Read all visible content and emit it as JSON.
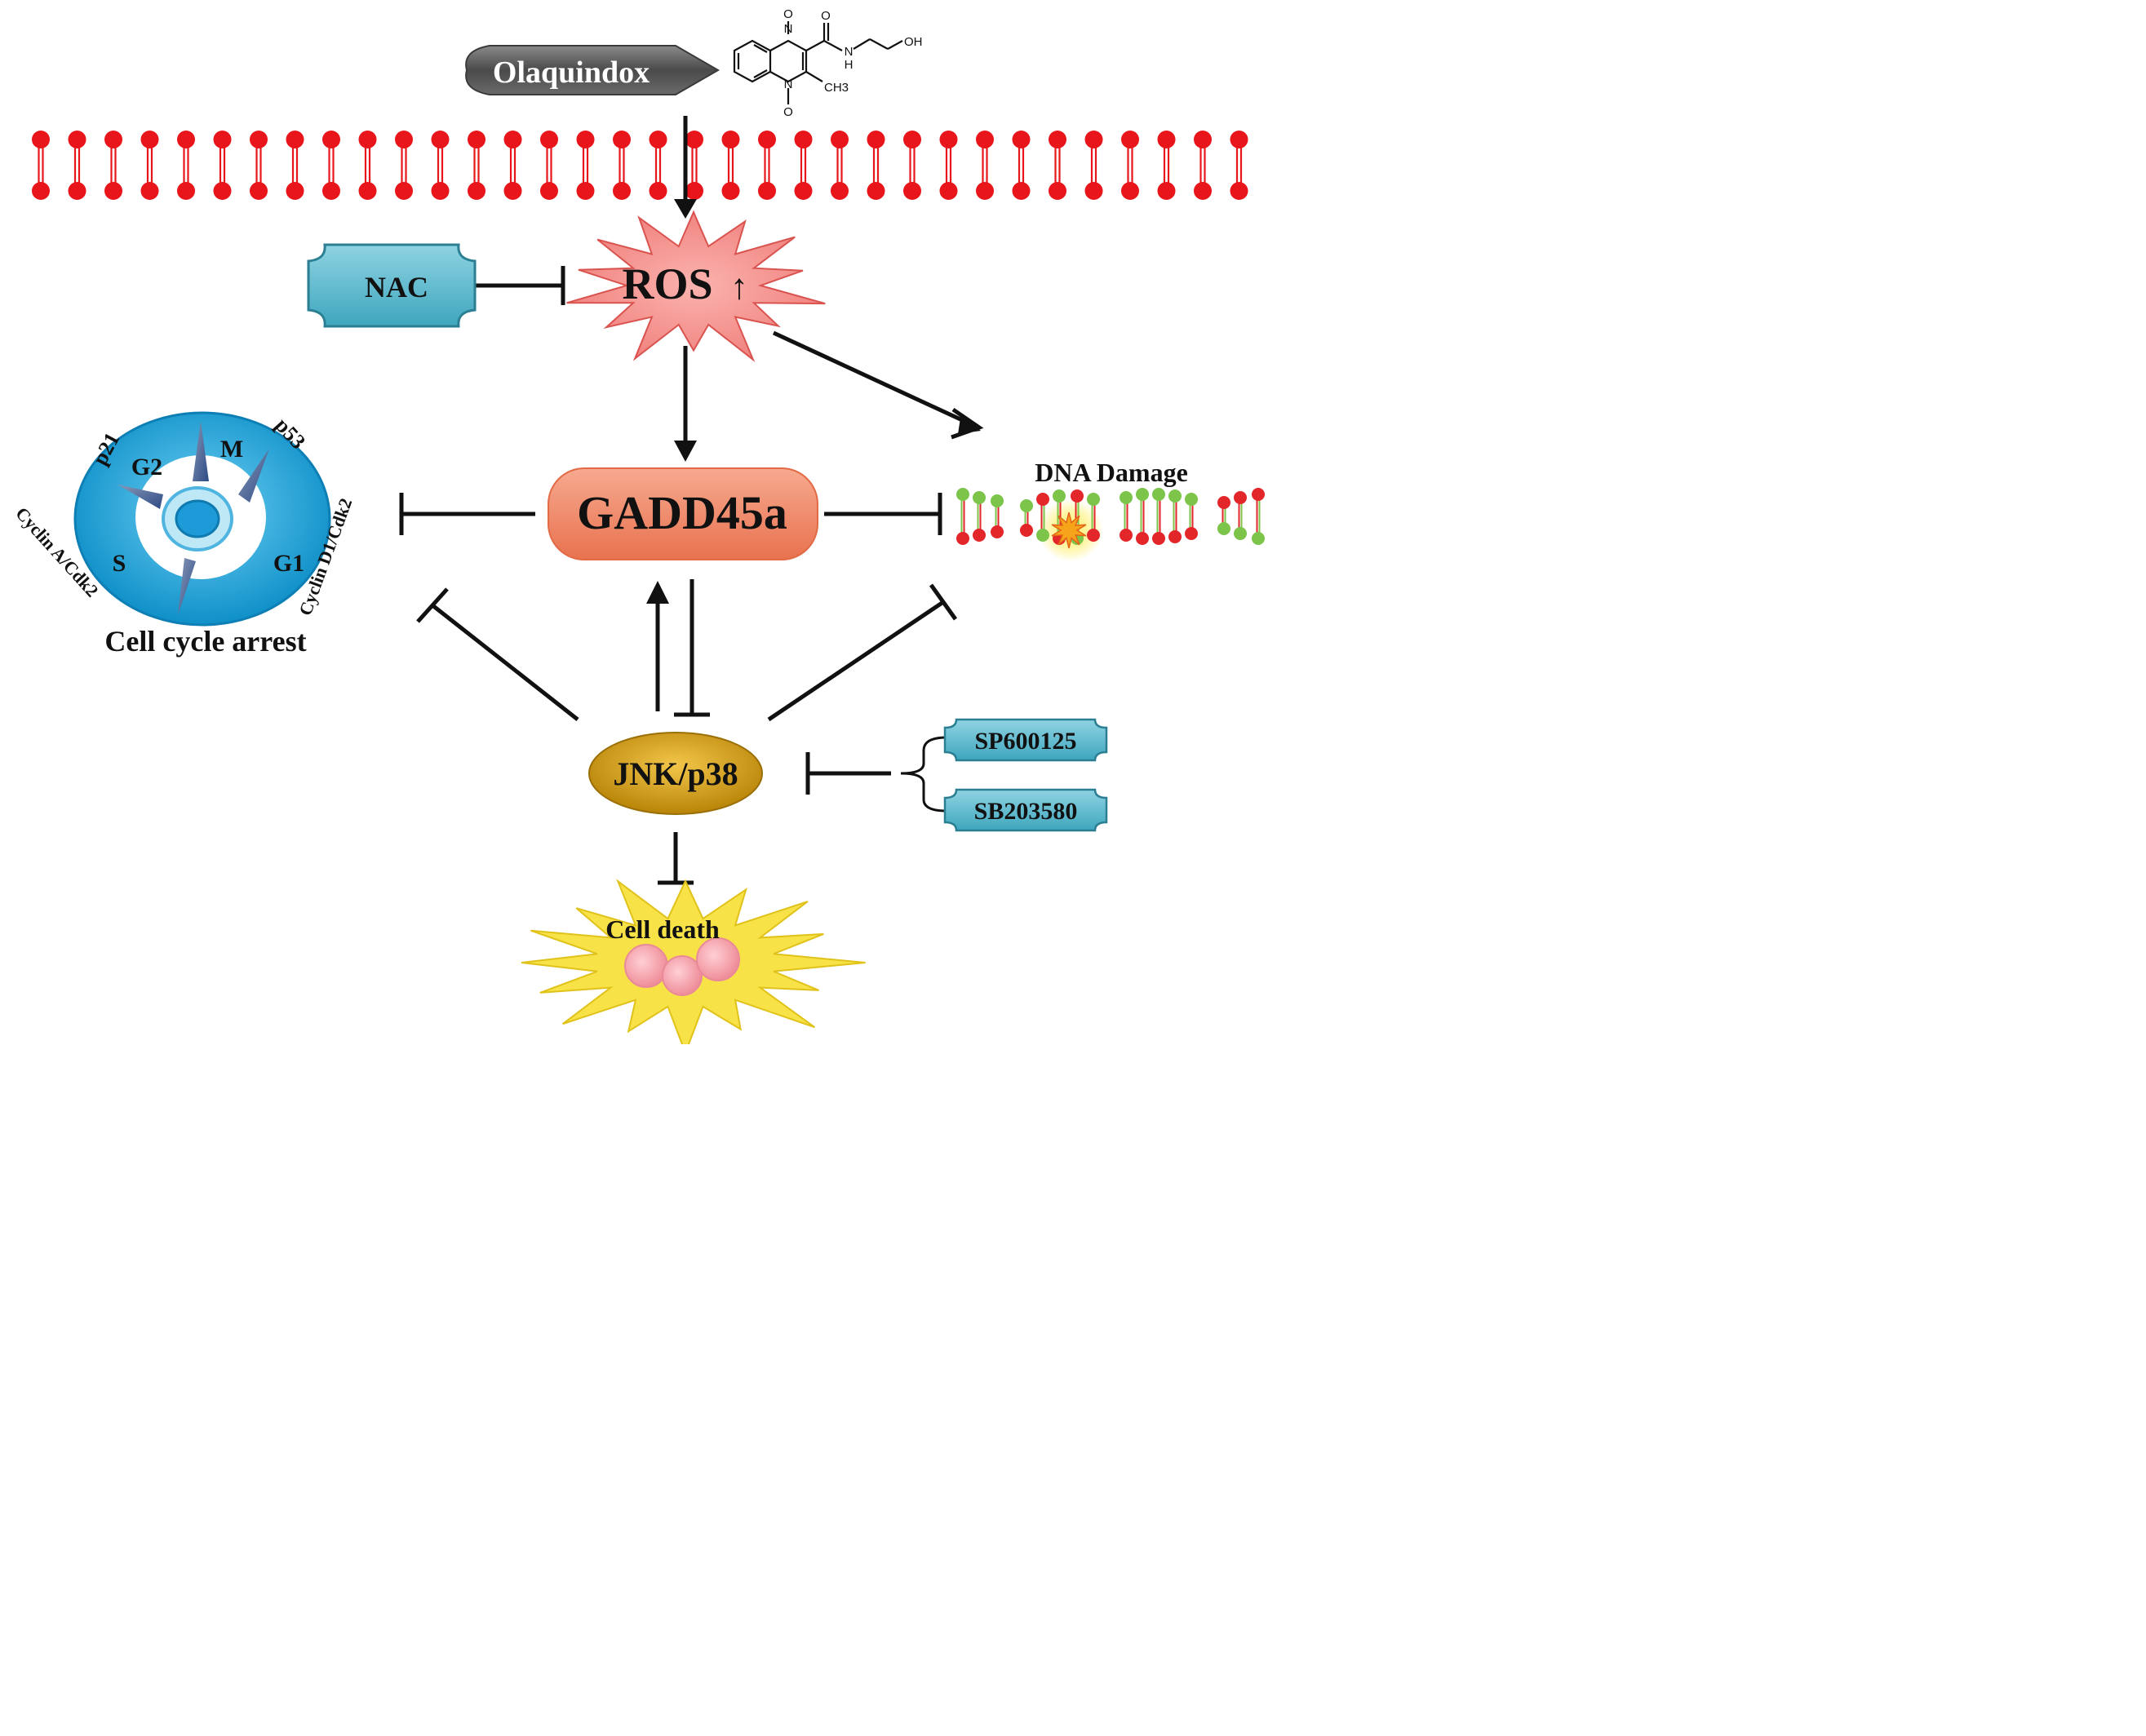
{
  "drug": {
    "name": "Olaquindox"
  },
  "structure": {
    "n_oxide_top": "O",
    "n_oxide_bottom": "O",
    "n_top": "N",
    "n_bottom": "N",
    "carbonyl_o": "O",
    "amide_n": "N",
    "amide_h": "H",
    "hydroxyl": "OH",
    "methyl": "CH3"
  },
  "nodes": {
    "nac": "NAC",
    "ros": "ROS",
    "ros_arrow": "↑",
    "gadd": "GADD45a",
    "jnk": "JNK/p38",
    "sp": "SP600125",
    "sb": "SB203580",
    "dna": "DNA Damage",
    "death": "Cell death"
  },
  "cell_cycle": {
    "title": "Cell cycle arrest",
    "phases": {
      "g2": "G2",
      "m": "M",
      "g1": "G1",
      "s": "S"
    },
    "p21": "p21",
    "p53": "p53",
    "cyclin_a": "Cyclin A/Cdk2",
    "cyclin_d": "Cyclin D1/Cdk2"
  },
  "colors": {
    "membrane": "#e8151b",
    "ros_fill": "#f08a8a",
    "gadd_fill": "#f0896b",
    "jnk_fill": "#d6a214",
    "box_fill": "#5bb8cb",
    "cycle_outer": "#1aa6de",
    "death_fill": "#f7e247",
    "drug_fill": "#595959"
  }
}
